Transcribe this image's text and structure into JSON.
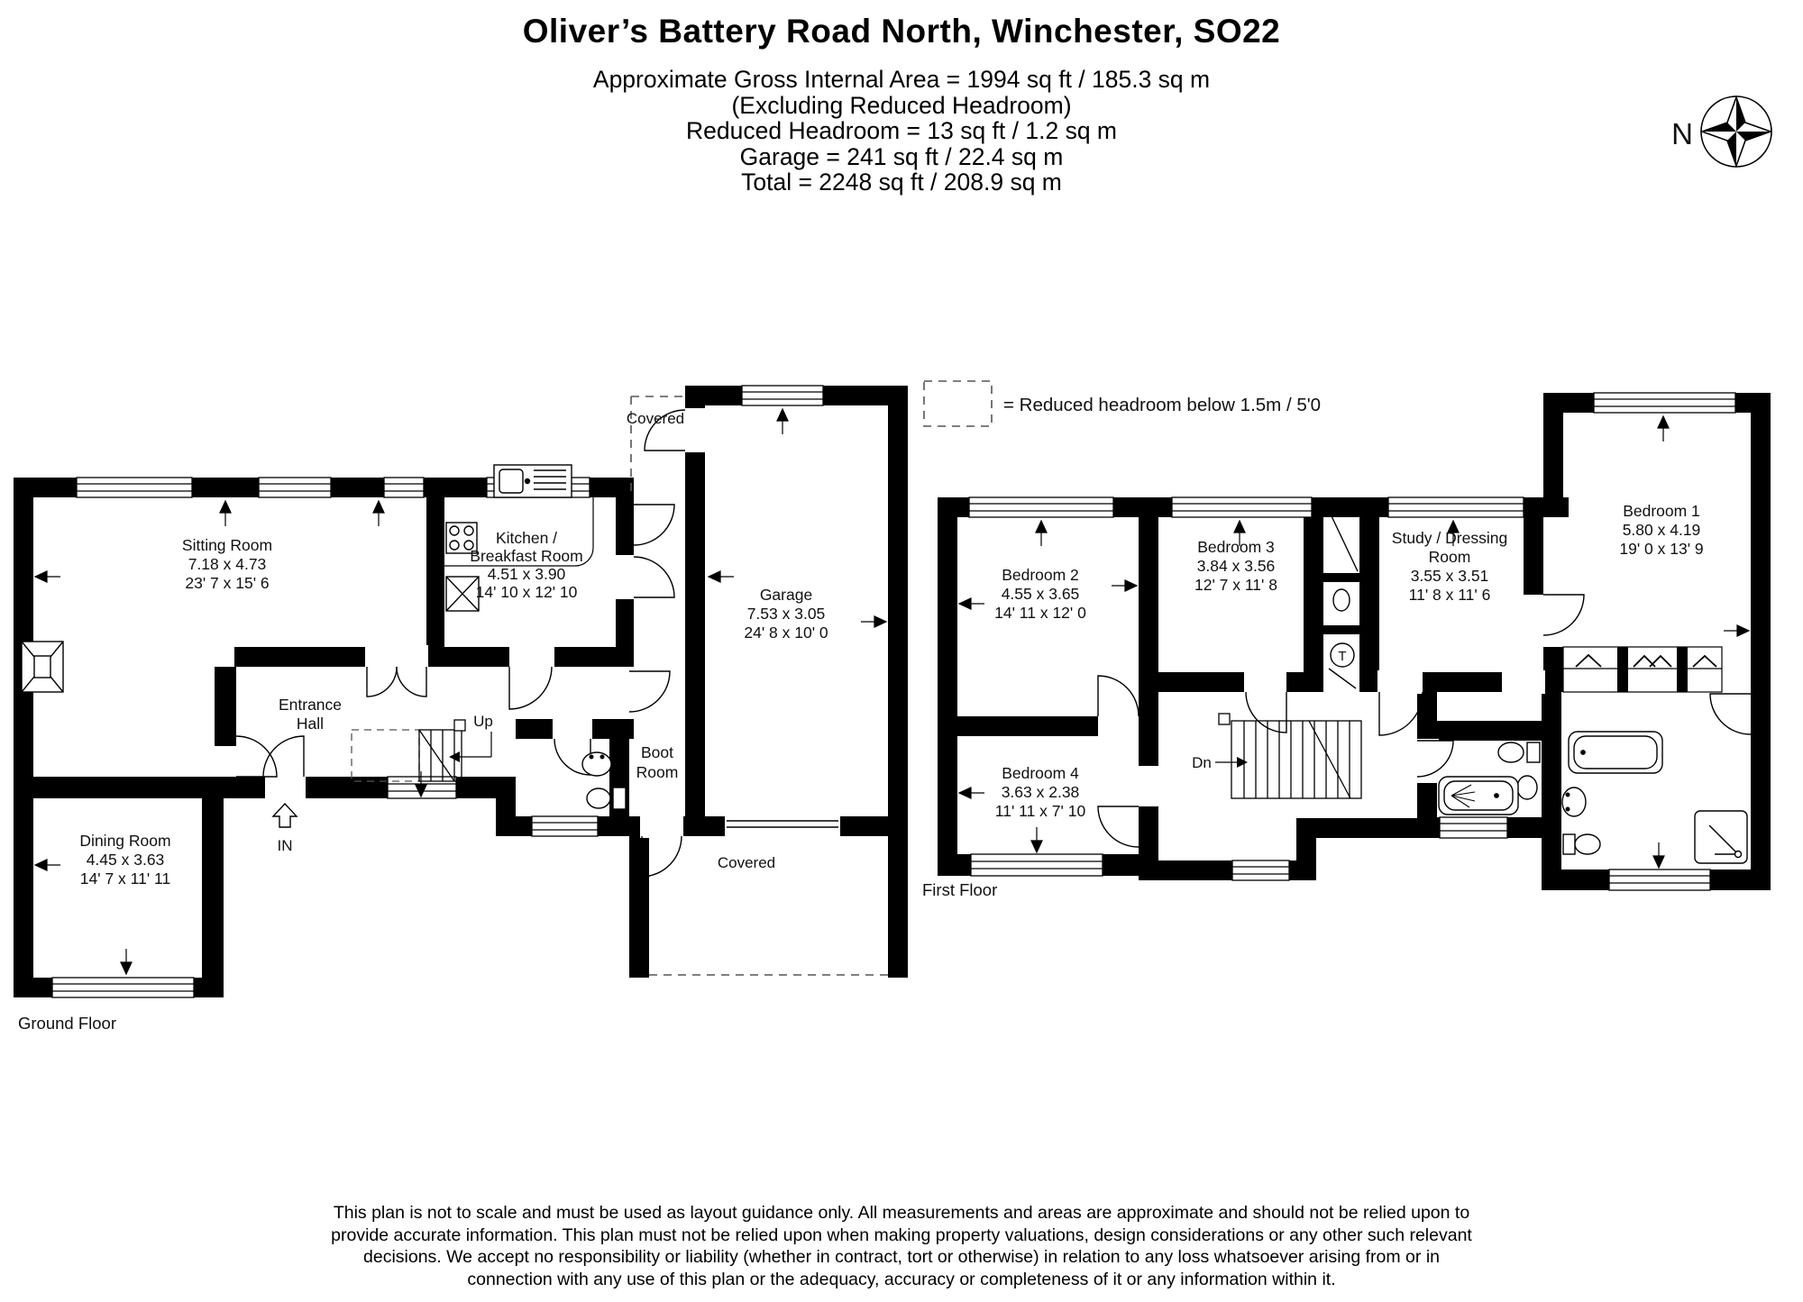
{
  "header": {
    "title": "Oliver’s Battery Road North, Winchester, SO22",
    "line1": "Approximate Gross Internal Area = 1994 sq ft / 185.3 sq m",
    "line2": "(Excluding Reduced Headroom)",
    "line3": "Reduced Headroom = 13 sq ft / 1.2 sq m",
    "line4": "Garage = 241 sq ft / 22.4 sq m",
    "line5": "Total = 2248 sq ft / 208.9 sq m"
  },
  "compass": {
    "north_label": "N"
  },
  "legend": {
    "reduced_headroom": "= Reduced headroom below 1.5m / 5'0"
  },
  "ground_floor": {
    "floor_label": "Ground Floor",
    "sitting_room": {
      "name": "Sitting Room",
      "metric": "7.18 x 4.73",
      "imperial": "23' 7 x 15' 6"
    },
    "kitchen": {
      "name_line1": "Kitchen /",
      "name_line2": "Breakfast Room",
      "metric": "4.51 x 3.90",
      "imperial": "14' 10 x 12' 10"
    },
    "garage": {
      "name": "Garage",
      "metric": "7.53 x 3.05",
      "imperial": "24' 8 x 10' 0"
    },
    "entrance_hall": {
      "name_line1": "Entrance",
      "name_line2": "Hall"
    },
    "boot_room": {
      "name_line1": "Boot",
      "name_line2": "Room"
    },
    "dining_room": {
      "name": "Dining Room",
      "metric": "4.45 x 3.63",
      "imperial": "14' 7 x 11' 11"
    },
    "covered_top": "Covered",
    "covered_bottom": "Covered",
    "stairs_label": "Up",
    "entry_label": "IN"
  },
  "first_floor": {
    "floor_label": "First Floor",
    "bedroom_1": {
      "name": "Bedroom 1",
      "metric": "5.80 x 4.19",
      "imperial": "19' 0 x 13' 9"
    },
    "bedroom_2": {
      "name": "Bedroom 2",
      "metric": "4.55 x 3.65",
      "imperial": "14' 11 x 12' 0"
    },
    "bedroom_3": {
      "name": "Bedroom 3",
      "metric": "3.84 x 3.56",
      "imperial": "12' 7 x 11' 8"
    },
    "bedroom_4": {
      "name": "Bedroom 4",
      "metric": "3.63 x 2.38",
      "imperial": "11' 11 x 7' 10"
    },
    "study": {
      "name_line1": "Study / Dressing",
      "name_line2": "Room",
      "metric": "3.55 x 3.51",
      "imperial": "11' 8 x 11' 6"
    },
    "stairs_label": "Dn",
    "tank_label": "T"
  },
  "disclaimer": {
    "line1": "This plan is not to scale and must be used as layout guidance only. All measurements and areas are approximate and should not be relied upon to",
    "line2": "provide accurate information. This plan must not be relied upon when making property valuations, design considerations or any other such relevant",
    "line3": "decisions. We accept no responsibility or liability (whether in contract, tort or otherwise) in relation to any loss whatsoever arising from or in",
    "line4": "connection with any use of this plan or the adequacy, accuracy or completeness of it or any information within it."
  },
  "colors": {
    "wall": "#000000",
    "background": "#ffffff",
    "text": "#111111"
  }
}
